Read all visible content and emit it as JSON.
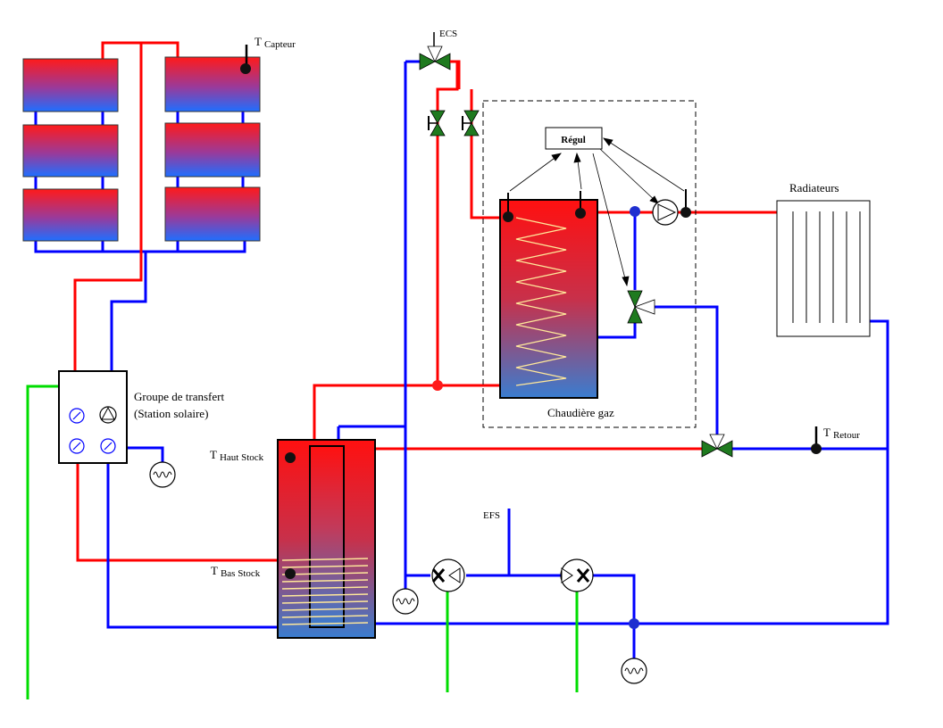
{
  "labels": {
    "t_capteur_prefix": "T",
    "t_capteur_sub": "Capteur",
    "ecs": "ECS",
    "regul": "Régul",
    "radiateurs": "Radiateurs",
    "groupe_line1": "Groupe de transfert",
    "groupe_line2": "(Station solaire)",
    "chaudiere": "Chaudière gaz",
    "t_retour_prefix": "T",
    "t_retour_sub": "Retour",
    "t_haut_prefix": "T",
    "t_haut_sub": "Haut Stock",
    "t_bas_prefix": "T",
    "t_bas_sub": "Bas Stock",
    "efs": "EFS"
  },
  "colors": {
    "hot": "#ff0000",
    "cold": "#0000ff",
    "green": "#00dd00",
    "valve": "#1f7a1f",
    "tank_top": "#ff1010",
    "tank_bottom": "#3a7dd0"
  }
}
